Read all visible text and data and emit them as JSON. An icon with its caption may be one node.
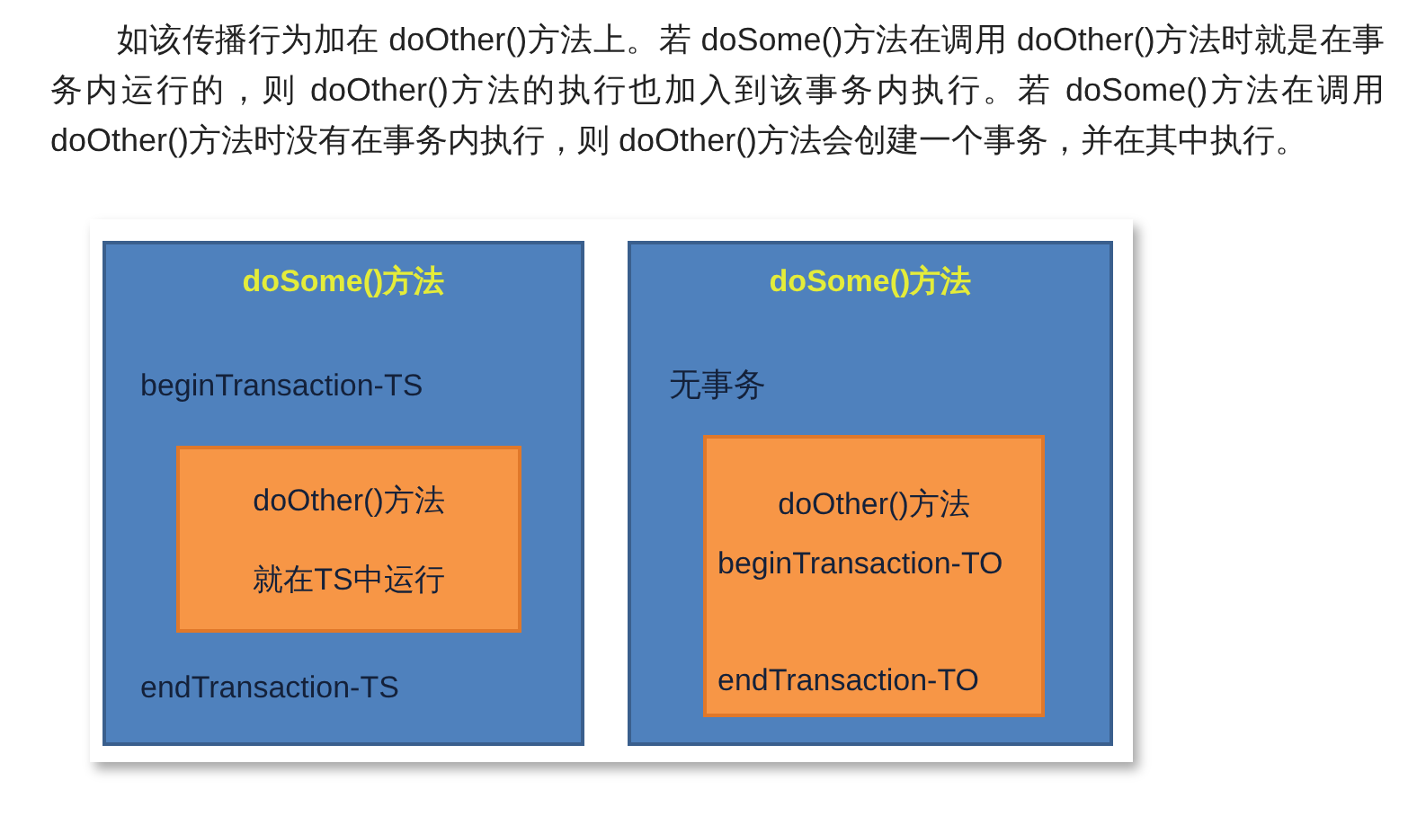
{
  "diagram": {
    "nodes": [
      {
        "text": [
          "doSome()方法",
          "beginTransaction-TS",
          "endTransaction-TS"
        ]
      },
      {
        "text": [
          "doOther()方法",
          "就在TS中运行"
        ],
        "in": 0
      },
      {
        "text": [
          "doSome()方法",
          "无事务"
        ]
      },
      {
        "text": [
          "doOther()方法",
          "beginTransaction-TO",
          "endTransaction-TO"
        ],
        "in": 2
      }
    ],
    "labels": [
      "如该传播行为加在 doOther()方法上。若 doSome()方法在调用 doOther()方法时就是在事务内运行的，则 doOther()方法的执行也加入到该事务内执行。若 doSome()方法在调用doOther()方法时没有在事务内执行，则 doOther()方法会创建一个事务，并在其中执行。"
    ]
  }
}
